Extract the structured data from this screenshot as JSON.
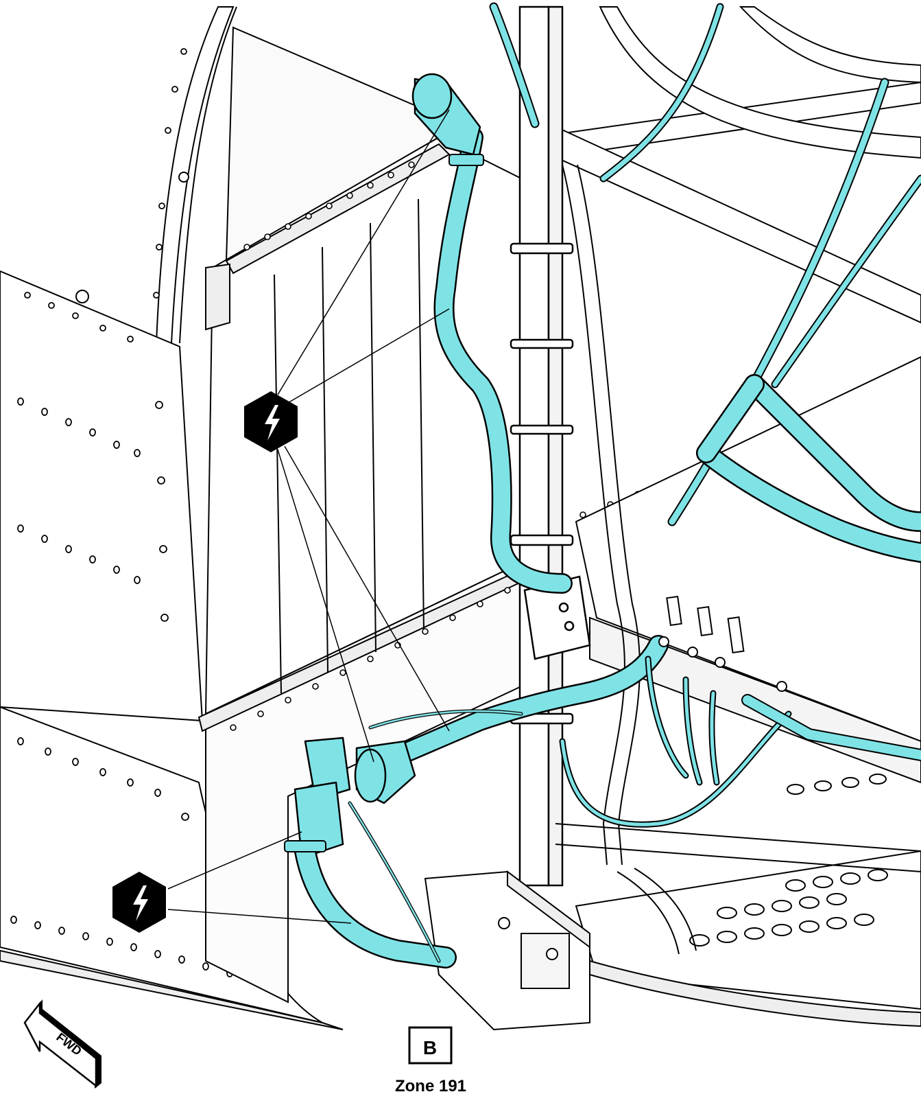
{
  "view_box_letter": "B",
  "zone_label": "Zone 191",
  "fwd_arrow_label": "FWD",
  "callout_symbol": "electrical-hazard-icon",
  "colors": {
    "harness": "#7fe3e6",
    "line": "#000000",
    "panel": "#ffffff",
    "hazard_fill": "#000000"
  }
}
